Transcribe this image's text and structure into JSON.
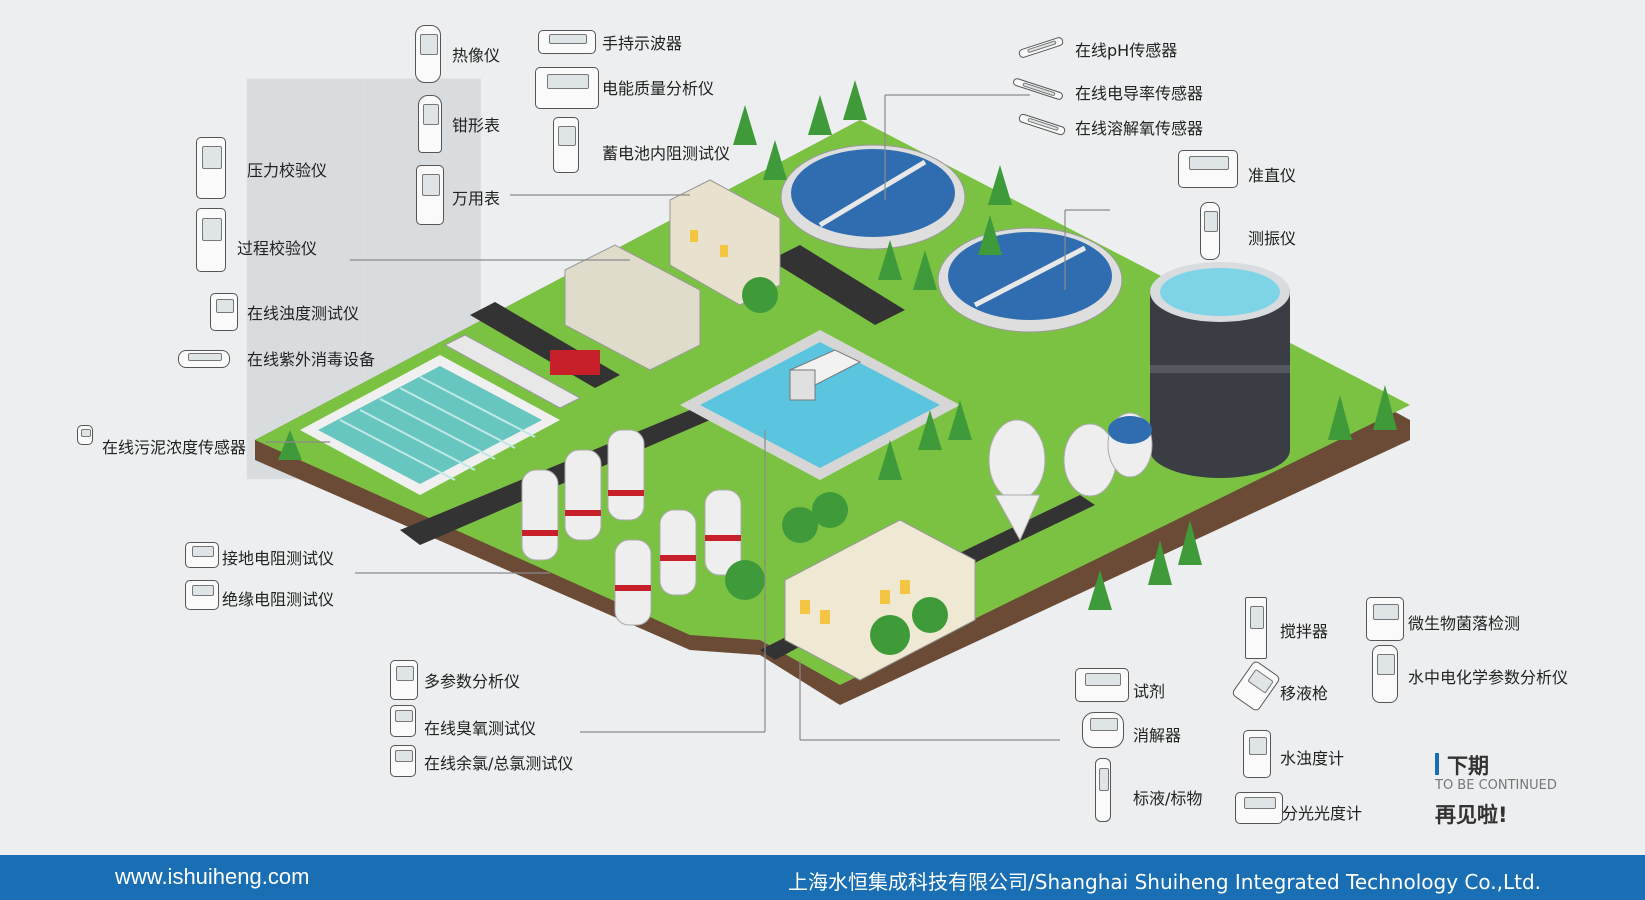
{
  "labels": {
    "thermal_imager": "热像仪",
    "handheld_oscilloscope": "手持示波器",
    "power_quality_analyzer": "电能质量分析仪",
    "clamp_meter": "钳形表",
    "battery_resistance_tester": "蓄电池内阻测试仪",
    "multimeter": "万用表",
    "pressure_calibrator": "压力校验仪",
    "process_calibrator": "过程校验仪",
    "online_turbidity_tester": "在线浊度测试仪",
    "online_uv_disinfection": "在线紫外消毒设备",
    "online_sludge_sensor": "在线污泥浓度传感器",
    "ground_resistance_tester": "接地电阻测试仪",
    "insulation_resistance_tester": "绝缘电阻测试仪",
    "multiparameter_analyzer": "多参数分析仪",
    "online_ozone_tester": "在线臭氧测试仪",
    "online_chlorine_tester": "在线余氯/总氯测试仪",
    "online_ph_sensor": "在线pH传感器",
    "online_conductivity_sensor": "在线电导率传感器",
    "online_do_sensor": "在线溶解氧传感器",
    "collimator": "准直仪",
    "vibration_tester": "测振仪",
    "stirrer": "搅拌器",
    "microbial_colony_detector": "微生物菌落检测",
    "reagent": "试剂",
    "pipette": "移液枪",
    "electrochem_analyzer": "水中电化学参数分析仪",
    "digester": "消解器",
    "turbidimeter": "水浊度计",
    "standard_solution": "标液/标物",
    "spectrophotometer": "分光光度计"
  },
  "next": {
    "title": "下期",
    "subtitle": "TO BE CONTINUED",
    "farewell": "再见啦!"
  },
  "footer": {
    "url": "www.ishuiheng.com",
    "company": "上海水恒集成科技有限公司/Shanghai Shuiheng Integrated Technology Co.,Ltd."
  },
  "colors": {
    "brand_blue": "#1a6fb4",
    "grass_green": "#7cc242",
    "soil_brown": "#6b4a36",
    "water_blue": "#2f6db0",
    "background": "#eceeef"
  }
}
